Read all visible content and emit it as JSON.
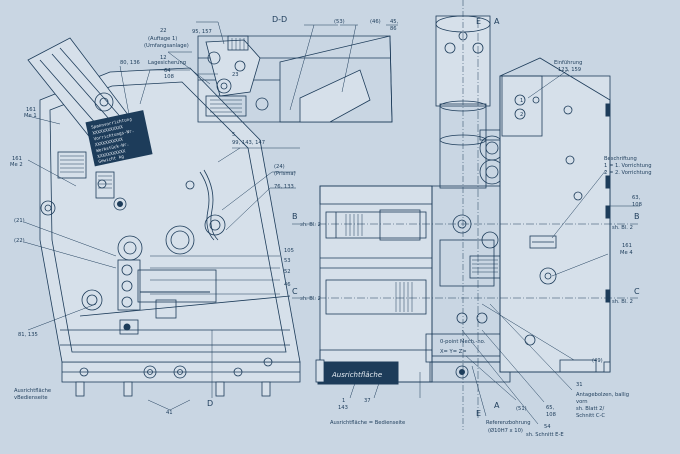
{
  "section_title": "D-D",
  "section_markers": {
    "b": "B",
    "c": "C",
    "e": "E",
    "a": "A"
  },
  "refs": {
    "r22": "22",
    "r22_sub": "(Auftage 1)",
    "r22_sub2": "(Umfangsanlage)",
    "r95": "95, 157",
    "r12": "12",
    "r12_sub": "Lagesicherung",
    "r64": "64",
    "r108": "108",
    "r80": "80, 136",
    "r161a": "161",
    "r161a_sub": "Me 1",
    "r161b": "161",
    "r161b_sub": "Me 2",
    "r53a": "(53)",
    "r46": "(46)",
    "r45": "45,",
    "r86": "86",
    "r23": "23",
    "r5": "5",
    "r99": "99, 143, 147",
    "r24": "(24)",
    "r24_sub": "(Prisma)",
    "r76": "76, 133",
    "r21": "(21)",
    "r22b": "(22)",
    "r105": "105",
    "r53": "53",
    "r52": "52",
    "r46b": "46",
    "r81": "81, 135",
    "r41": "41",
    "ausricht_left": "Ausrichtfläche",
    "ausricht_left2": "vBedienseite",
    "einfuehrung": "Einführung",
    "einfuehrung_sub": "123, 159",
    "beschriftung": "Beschriftung",
    "beschriftung_1": "1 = 1. Vorrichtung",
    "beschriftung_2": "2 = 2. Vorrichtung",
    "r63": "63,",
    "r108b": "108",
    "r161c": "161",
    "r161c_sub": "Me 4",
    "r149": "(49)",
    "r31": "31",
    "antage": "Antagebolzen, ballig",
    "antage2": "vorn",
    "antage3": "sh. Blatt 2/",
    "antage4": "Schnitt C-C",
    "r65": "65,",
    "r108c": "108",
    "r54": "54",
    "r54_sub": "sh. Schnitt E-E",
    "r51": "(51)",
    "referenz": "Referenzbohrung",
    "referenz2": "(Ø10H7 x 10)",
    "ausricht_mid": "Ausrichtfläche = Bedienseite",
    "r1": "1",
    "r143": "143",
    "r37": "37",
    "d_marker": "D",
    "sh_bl": "sh. Bl. 2",
    "plate_text": "Ausrichtfläche",
    "data_plate": "0-point    Mech.-no.",
    "data_xyz": "X=      Y=      Z=",
    "label_lines": [
      "Spannvorrichtung",
      "XXXXXXXXXXXX",
      "Vorrichtungs-Nr.",
      "XXXXXXXXXXX",
      "Werkstück-Nr.",
      "XXXXXXXXXXX",
      "Gewicht kg"
    ],
    "one": "1",
    "two": "2"
  }
}
